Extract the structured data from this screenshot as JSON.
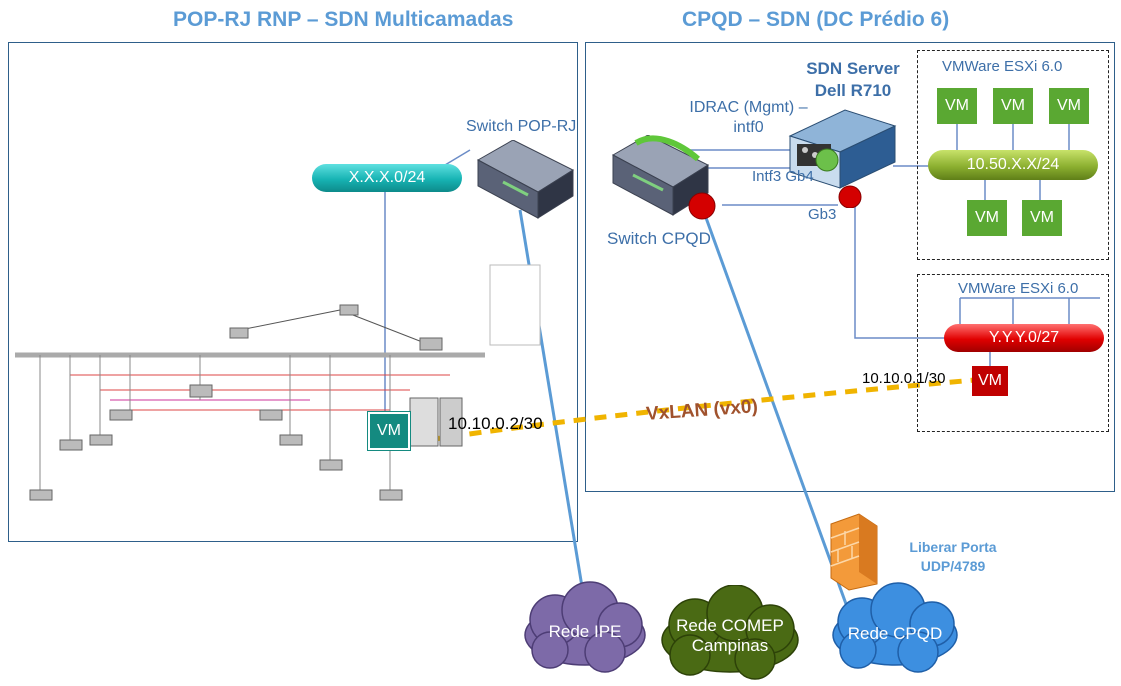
{
  "left_section": {
    "title": "POP-RJ RNP – SDN Multicamadas",
    "switch_label": "Switch POP-RJ",
    "subnet": "X.X.X.0/24",
    "vm_label": "VM",
    "vm_ip": "10.10.0.2/30"
  },
  "right_section": {
    "title": "CPQD – SDN (DC Prédio 6)",
    "server_label_line1": "SDN Server",
    "server_label_line2": "Dell R710",
    "idrac_line1": "IDRAC (Mgmt) –",
    "idrac_line2": "intf0",
    "intf3_label": "Intf3 Gb4",
    "gb3_label": "Gb3",
    "switch_label": "Switch CPQD",
    "esxi_top": {
      "title": "VMWare ESXi 6.0",
      "subnet": "10.50.X.X/24",
      "vms": [
        "VM",
        "VM",
        "VM",
        "VM",
        "VM"
      ]
    },
    "esxi_bottom": {
      "title": "VMWare ESXi 6.0",
      "subnet": "Y.Y.Y.0/27",
      "vm_label": "VM",
      "vm_ip": "10.10.0.1/30"
    }
  },
  "tunnel_label": "VxLAN (vx0)",
  "firewall": {
    "label_line1": "Liberar Porta",
    "label_line2": "UDP/4789"
  },
  "clouds": {
    "ipe": "Rede IPE",
    "comep_line1": "Rede COMEP",
    "comep_line2": "Campinas",
    "cpqd": "Rede CPQD"
  },
  "colors": {
    "title_blue": "#5b9bd5",
    "vm_green": "#5aa832",
    "vm_red": "#c00000",
    "vxlan_orange": "#e8a317",
    "vxlan_text": "#a0522d",
    "pipe_teal": "#17b3b3",
    "pipe_olive": "#8cb030",
    "pipe_red": "#e00000"
  }
}
